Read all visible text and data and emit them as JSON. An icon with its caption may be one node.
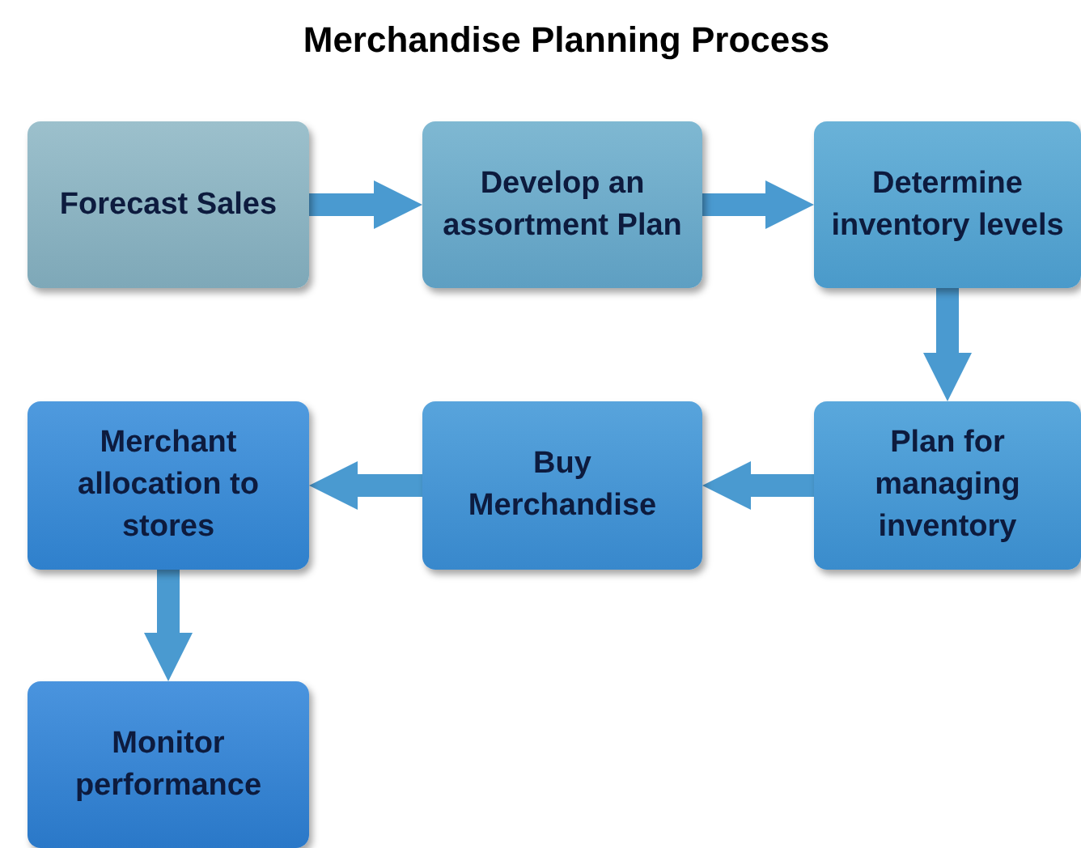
{
  "diagram": {
    "title": "Merchandise Planning Process",
    "nodes": [
      {
        "text": [
          "Forecast Sales"
        ]
      },
      {
        "text": [
          "Develop an assortment Plan"
        ]
      },
      {
        "text": [
          "Determine inventory levels"
        ]
      },
      {
        "text": [
          "Plan for managing inventory"
        ]
      },
      {
        "text": [
          "Buy Merchandise"
        ]
      },
      {
        "text": [
          "Merchant allocation to stores"
        ]
      },
      {
        "text": [
          "Monitor performance"
        ]
      }
    ],
    "edges": [
      {
        "from": 0,
        "to": 1,
        "arrow": "to"
      },
      {
        "from": 1,
        "to": 2,
        "arrow": "to"
      },
      {
        "from": 2,
        "to": 3,
        "arrow": "to"
      },
      {
        "from": 3,
        "to": 4,
        "arrow": "to"
      },
      {
        "from": 4,
        "to": 5,
        "arrow": "to"
      },
      {
        "from": 5,
        "to": 6,
        "arrow": "to"
      }
    ]
  }
}
